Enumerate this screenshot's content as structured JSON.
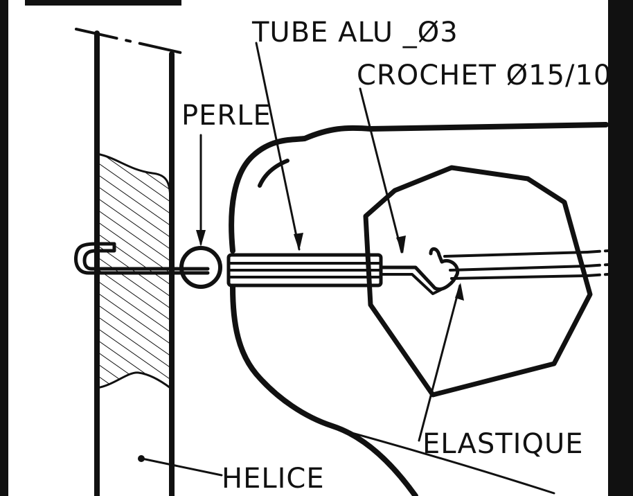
{
  "labels": {
    "tube": "TUBE ALU _Ø3",
    "crochet": "CROCHET Ø15/10",
    "perle": "PERLE",
    "elastique": "ELASTIQUE",
    "helice": "HELICE"
  },
  "colors": {
    "ink": "#111111",
    "paper": "#ffffff"
  }
}
